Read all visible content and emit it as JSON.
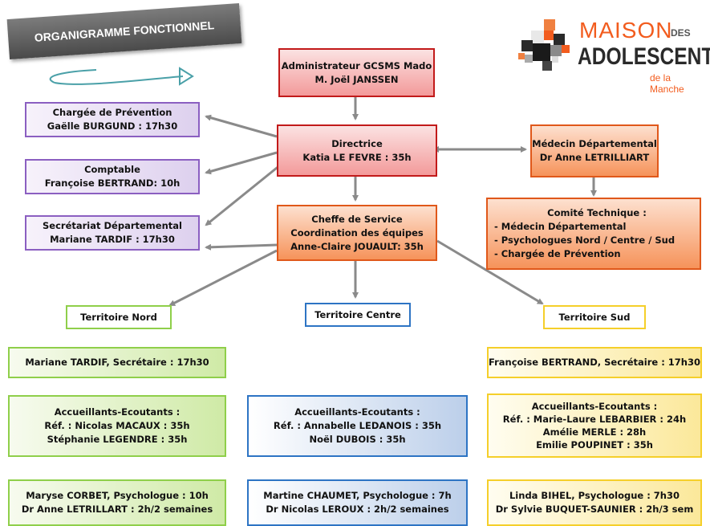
{
  "title": "ORGANIGRAMME FONCTIONNEL",
  "logo": {
    "line1": "MAISON",
    "line1b": "DES",
    "line2": "ADOLESCENTS",
    "line3": "de la Manche"
  },
  "admin": {
    "l1": "Administrateur GCSMS Mado",
    "l2": "M. Joël JANSSEN"
  },
  "directrice": {
    "l1": "Directrice",
    "l2": "Katia LE FEVRE : 35h"
  },
  "cheffe": {
    "l1": "Cheffe de Service",
    "l2": "Coordination des équipes",
    "l3": "Anne-Claire JOUAULT: 35h"
  },
  "prevention": {
    "l1": "Chargée de Prévention",
    "l2": "Gaëlle BURGUND : 17h30"
  },
  "comptable": {
    "l1": "Comptable",
    "l2": "Françoise BERTRAND: 10h"
  },
  "secretariat": {
    "l1": "Secrétariat Départemental",
    "l2": "Mariane TARDIF : 17h30"
  },
  "medecin": {
    "l1": "Médecin Départemental",
    "l2": "Dr Anne LETRILLIART"
  },
  "comite": {
    "l1": "Comité Technique :",
    "l2": "- Médecin Départemental",
    "l3": "- Psychologues Nord / Centre / Sud",
    "l4": "- Chargée de Prévention"
  },
  "territoires": {
    "nord": "Territoire Nord",
    "centre": "Territoire Centre",
    "sud": "Territoire Sud"
  },
  "nord": {
    "secretaire": "Mariane TARDIF, Secrétaire : 17h30",
    "accueil": [
      "Accueillants-Ecoutants :",
      "Réf. : Nicolas MACAUX : 35h",
      "Stéphanie LEGENDRE : 35h"
    ],
    "psy": [
      "Maryse CORBET, Psychologue : 10h",
      "Dr Anne LETRILLART : 2h/2 semaines"
    ]
  },
  "centre": {
    "accueil": [
      "Accueillants-Ecoutants :",
      "Réf. : Annabelle LEDANOIS : 35h",
      "Noël DUBOIS : 35h"
    ],
    "psy": [
      "Martine CHAUMET, Psychologue : 7h",
      "Dr Nicolas LEROUX : 2h/2 semaines"
    ]
  },
  "sud": {
    "secretaire": "Françoise BERTRAND, Secrétaire : 17h30",
    "accueil": [
      "Accueillants-Ecoutants :",
      "Réf. : Marie-Laure LEBARBIER : 24h",
      "Amélie MERLE : 28h",
      "Emilie POUPINET : 35h"
    ],
    "psy": [
      "Linda BIHEL, Psychologue : 7h30",
      "Dr Sylvie BUQUET-SAUNIER : 2h/3 sem"
    ]
  },
  "colors": {
    "red": "#c21a1a",
    "orange": "#f4712e",
    "purple": "#8b5fc1",
    "green": "#8fcf4a",
    "blue": "#2d74c4",
    "yellow": "#f5cf2a",
    "arrow": "#8a8a8a"
  }
}
